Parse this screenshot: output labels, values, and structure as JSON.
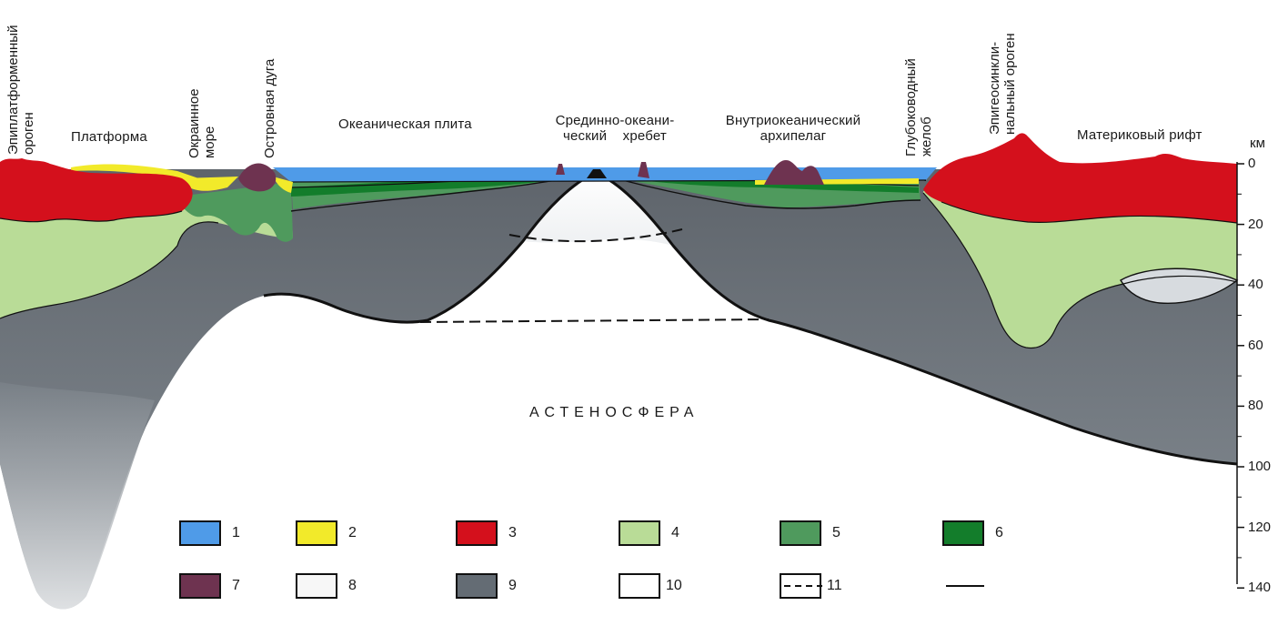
{
  "labels": {
    "epiplatform_orogen": [
      "Эпиплатформенный",
      "ороген"
    ],
    "platform": "Платформа",
    "marginal_sea": [
      "Окраинное",
      "море"
    ],
    "island_arc": "Островная дуга",
    "oceanic_plate": "Океаническая плита",
    "mid_ocean_ridge": [
      "Срединно-океани-",
      "ческий    хребет"
    ],
    "intraoceanic_archipelago": [
      "Внутриокеанический",
      "архипелаг"
    ],
    "deep_trench": [
      "Глубоководный",
      "желоб"
    ],
    "epigeosynclinal_orogen": [
      "Эпигеосинкли-",
      "нальный ороген"
    ],
    "continental_rift": "Материковый рифт",
    "asthenosphere": "АСТЕНОСФЕРА"
  },
  "depth_axis": {
    "unit": "км",
    "ticks": [
      "0",
      "20",
      "40",
      "60",
      "80",
      "100",
      "120",
      "140"
    ]
  },
  "legend": [
    {
      "num": "1",
      "color": "#4f9be8",
      "icon": "swatch"
    },
    {
      "num": "2",
      "color": "#f2ea2a",
      "icon": "swatch"
    },
    {
      "num": "3",
      "color": "#d4101c",
      "icon": "swatch"
    },
    {
      "num": "4",
      "color": "#b9dc97",
      "icon": "swatch"
    },
    {
      "num": "5",
      "color": "#4f9a5d",
      "icon": "swatch"
    },
    {
      "num": "6",
      "color": "#137d2b",
      "icon": "swatch"
    },
    {
      "num": "7",
      "color": "#6e3350",
      "icon": "swatch"
    },
    {
      "num": "8",
      "color": "#f7f7f7",
      "icon": "swatch"
    },
    {
      "num": "9",
      "color": "#646c74",
      "icon": "swatch"
    },
    {
      "num": "10",
      "color": "#111111",
      "icon": "dashed-line"
    },
    {
      "num": "11",
      "color": "#111111",
      "icon": "solid-line"
    }
  ],
  "colors": {
    "ocean": "#4f9be8",
    "sediment": "#f2ea2a",
    "granite": "#d4101c",
    "light_green": "#b9dc97",
    "mid_green": "#4f9a5d",
    "dark_green": "#137d2b",
    "volcanic": "#6e3350",
    "lithosphere": "#646c74"
  }
}
